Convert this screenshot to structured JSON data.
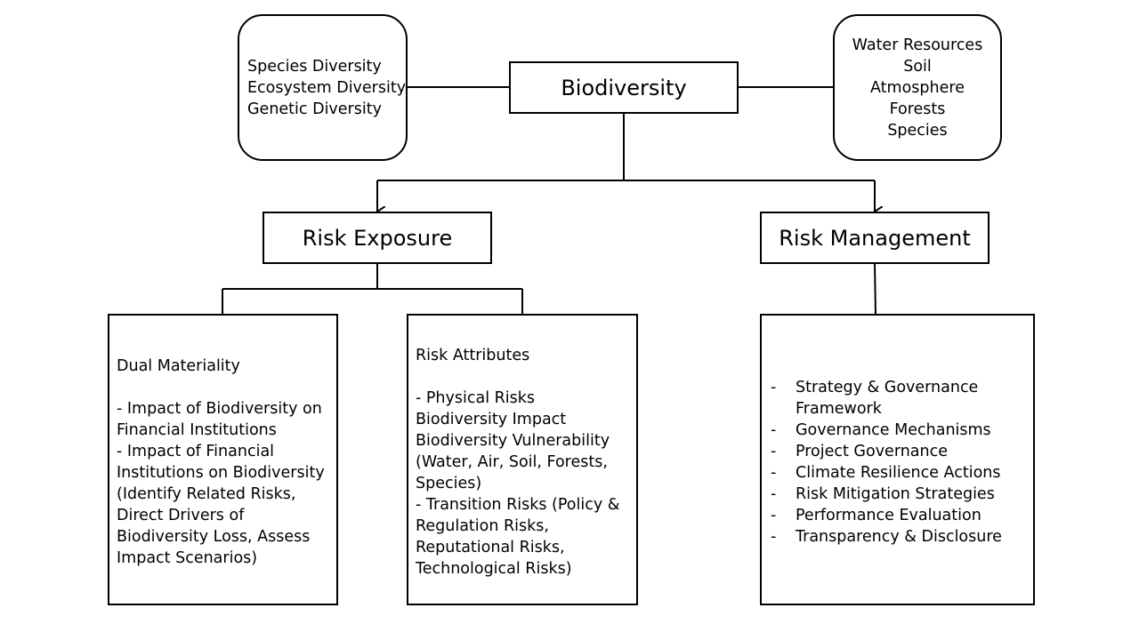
{
  "diagram": {
    "root": {
      "label": "Biodiversity"
    },
    "levels": {
      "items": [
        "Species Diversity",
        "Ecosystem Diversity",
        "Genetic Diversity"
      ]
    },
    "resources": {
      "items": [
        "Water Resources",
        "Soil",
        "Atmosphere",
        "Forests",
        "Species"
      ]
    },
    "risk_exposure": {
      "label": "Risk Exposure",
      "dual_materiality": {
        "title": "Dual Materiality",
        "lines": [
          "- Impact of Biodiversity  on",
          "Financial Institutions",
          "- Impact of Financial",
          "Institutions on Biodiversity",
          "(Identify Related Risks,",
          "Direct Drivers of",
          "Biodiversity Loss, Assess",
          "Impact Scenarios)"
        ]
      },
      "risk_attributes": {
        "title": "Risk Attributes",
        "lines": [
          "- Physical Risks",
          "Biodiversity Impact",
          "Biodiversity Vulnerability",
          "(Water, Air, Soil, Forests,",
          "Species)",
          "- Transition Risks (Policy &",
          "Regulation Risks,",
          "Reputational Risks,",
          "Technological Risks)"
        ]
      }
    },
    "risk_management": {
      "label": "Risk Management",
      "items": [
        "Strategy & Governance Framework",
        "Governance Mechanisms",
        "Project Governance",
        "Climate Resilience Actions",
        "Risk Mitigation Strategies",
        "Performance Evaluation",
        "Transparency & Disclosure"
      ],
      "bullet": "-"
    }
  }
}
